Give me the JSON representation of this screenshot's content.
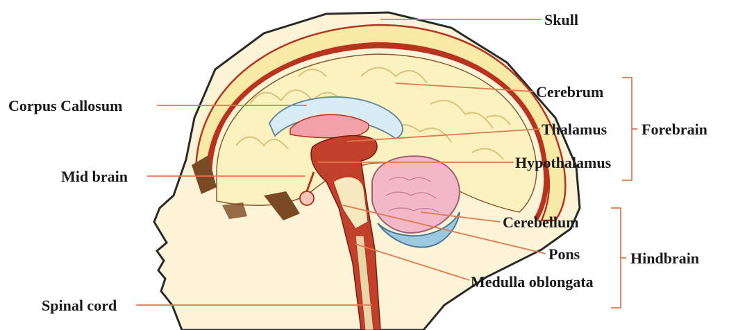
{
  "labels": {
    "skull": "Skull",
    "cerebrum": "Cerebrum",
    "thalamus": "Thalamus",
    "hypothalamus": "Hypothalamus",
    "cerebellum": "Cerebellum",
    "pons": "Pons",
    "medulla": "Medulla oblongata",
    "corpus_callosum": "Corpus Callosum",
    "mid_brain": "Mid brain",
    "spinal_cord": "Spinal cord"
  },
  "groups": {
    "forebrain": "Forebrain",
    "hindbrain": "Hindbrain"
  },
  "colors": {
    "leader": "#e07a4e",
    "skin": "#fdf4d8",
    "skull_band": "#f7e9a6",
    "brain": "#fbf2c0",
    "membrane": "#b8321e",
    "cerebellum": "#f2b8c8",
    "cerebellum_base": "#9cc8e0",
    "corpus": "#d8ecf4",
    "sinus": "#7a4a22"
  }
}
